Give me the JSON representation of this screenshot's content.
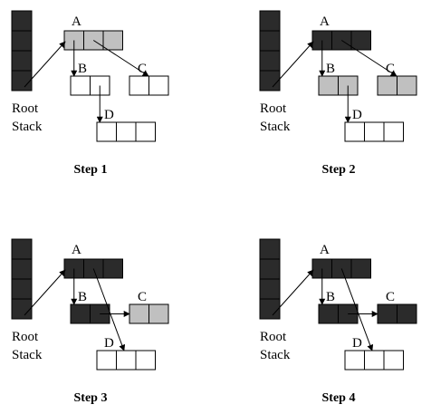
{
  "colors": {
    "black": "#2b2b2b",
    "gray": "#c0c0c0",
    "white": "#ffffff",
    "line": "#000000"
  },
  "panels": [
    {
      "step_label": "Step 1",
      "root_label_1": "Root",
      "root_label_2": "Stack",
      "nodes": {
        "A": {
          "label": "A",
          "cells": [
            "gray",
            "gray",
            "gray"
          ]
        },
        "B": {
          "label": "B",
          "cells": [
            "white",
            "white"
          ]
        },
        "C": {
          "label": "C",
          "cells": [
            "white",
            "white"
          ]
        },
        "D": {
          "label": "D",
          "cells": [
            "white",
            "white",
            "white"
          ]
        }
      },
      "root_stack": "black",
      "edges": [
        {
          "from": "root",
          "to": "A"
        },
        {
          "from": "A.0",
          "to": "B"
        },
        {
          "from": "A.1",
          "to": "C"
        },
        {
          "from": "B.1",
          "to": "D"
        }
      ]
    },
    {
      "step_label": "Step 2",
      "root_label_1": "Root",
      "root_label_2": "Stack",
      "nodes": {
        "A": {
          "label": "A",
          "cells": [
            "black",
            "black",
            "black"
          ]
        },
        "B": {
          "label": "B",
          "cells": [
            "gray",
            "gray"
          ]
        },
        "C": {
          "label": "C",
          "cells": [
            "gray",
            "gray"
          ]
        },
        "D": {
          "label": "D",
          "cells": [
            "white",
            "white",
            "white"
          ]
        }
      },
      "root_stack": "black",
      "edges": [
        {
          "from": "root",
          "to": "A"
        },
        {
          "from": "A.0",
          "to": "B"
        },
        {
          "from": "A.1",
          "to": "C"
        },
        {
          "from": "B.1",
          "to": "D"
        }
      ]
    },
    {
      "step_label": "Step 3",
      "root_label_1": "Root",
      "root_label_2": "Stack",
      "nodes": {
        "A": {
          "label": "A",
          "cells": [
            "black",
            "black",
            "black"
          ]
        },
        "B": {
          "label": "B",
          "cells": [
            "black",
            "black"
          ]
        },
        "C": {
          "label": "C",
          "cells": [
            "gray",
            "gray"
          ]
        },
        "D": {
          "label": "D",
          "cells": [
            "white",
            "white",
            "white"
          ]
        }
      },
      "root_stack": "black",
      "edges": [
        {
          "from": "root",
          "to": "A"
        },
        {
          "from": "A.0",
          "to": "B"
        },
        {
          "from": "B.1",
          "to": "C"
        },
        {
          "from": "A.1",
          "to": "D"
        }
      ]
    },
    {
      "step_label": "Step 4",
      "root_label_1": "Root",
      "root_label_2": "Stack",
      "nodes": {
        "A": {
          "label": "A",
          "cells": [
            "black",
            "black",
            "black"
          ]
        },
        "B": {
          "label": "B",
          "cells": [
            "black",
            "black"
          ]
        },
        "C": {
          "label": "C",
          "cells": [
            "black",
            "black"
          ]
        },
        "D": {
          "label": "D",
          "cells": [
            "white",
            "white",
            "white"
          ]
        }
      },
      "root_stack": "black",
      "edges": [
        {
          "from": "root",
          "to": "A"
        },
        {
          "from": "A.0",
          "to": "B"
        },
        {
          "from": "B.1",
          "to": "C"
        },
        {
          "from": "A.1",
          "to": "D"
        }
      ]
    }
  ]
}
